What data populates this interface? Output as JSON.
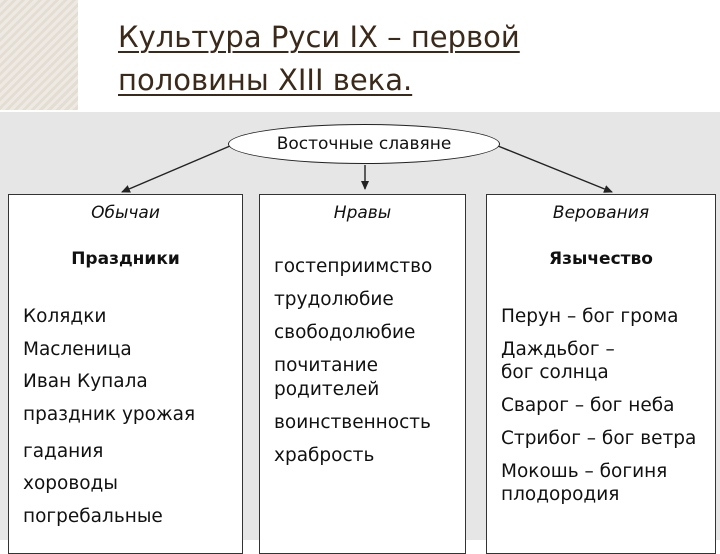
{
  "title": {
    "line1": "Культура Руси IX – первой",
    "line2": "половины XIII века."
  },
  "diagram": {
    "root": "Восточные славяне",
    "columns": [
      {
        "heading": "Обычаи",
        "subheading": "Праздники",
        "items": [
          "Колядки",
          "Масленица",
          "Иван Купала",
          "праздник урожая",
          "гадания",
          "хороводы",
          "погребальные"
        ]
      },
      {
        "heading": "Нравы",
        "subheading": "",
        "items": [
          "гостеприимство",
          "трудолюбие",
          "свободолюбие",
          "почитание родителей",
          "воинственность",
          "храбрость"
        ]
      },
      {
        "heading": "Верования",
        "subheading": "Язычество",
        "items": [
          "Перун – бог грома",
          "Даждьбог – бог солнца",
          "Сварог – бог неба",
          "Стрибог – бог ветра",
          "Мокошь – богиня плодородия"
        ]
      }
    ]
  },
  "colors": {
    "title": "#3b2a1a",
    "background_area": "#e6e6e6",
    "border": "#333333"
  }
}
